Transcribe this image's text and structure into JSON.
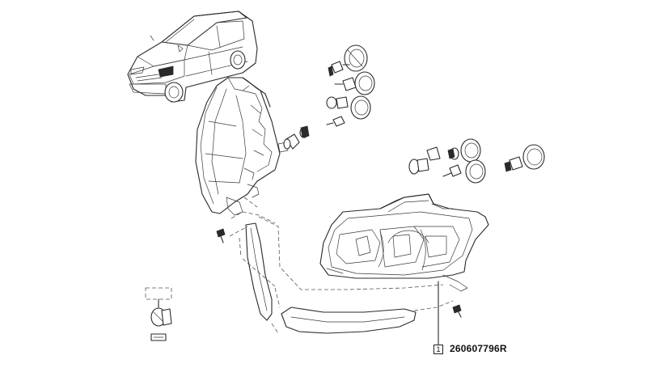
{
  "callout": {
    "index": "1",
    "part_number": "260607796R",
    "color": "#111111"
  },
  "icons": [
    "car-illustration",
    "headlamp-assembly",
    "bulb-icon",
    "bulb-cap-icon",
    "bolt-icon",
    "trim-strip",
    "unknown-part-placeholder"
  ]
}
